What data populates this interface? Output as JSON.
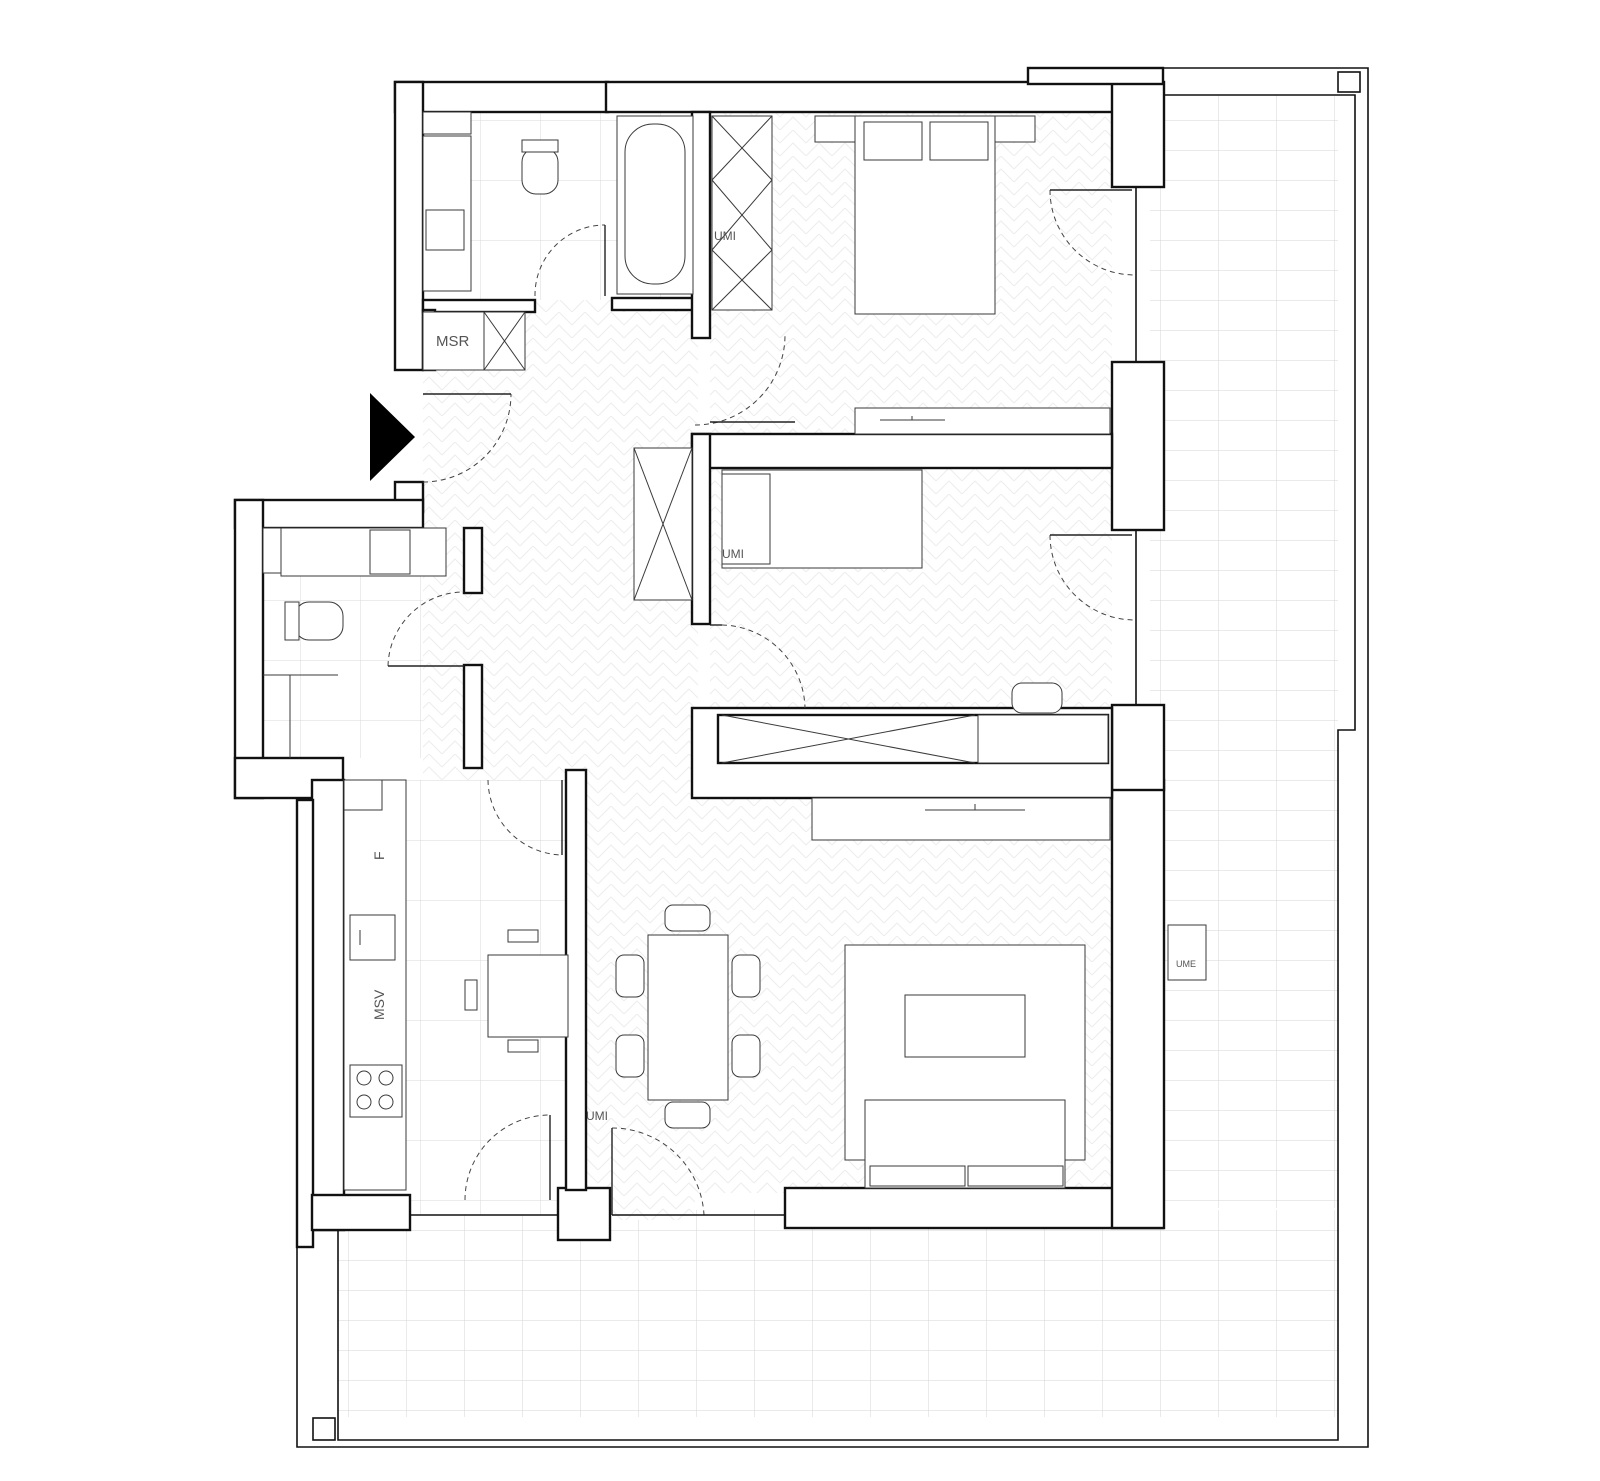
{
  "plan": {
    "labels": {
      "msr": "MSR",
      "msv": "MSV",
      "fridge": "F",
      "ume_terrace": "UME",
      "ume_bedroom1": "UMI",
      "ume_bedroom2": "UMI",
      "ume_living": "UMI"
    },
    "colors": {
      "wall": "#111111",
      "floor_tile": "#d9d9d9",
      "parquet": "#eeeeee",
      "entrance_arrow": "#000000"
    },
    "icons": [
      "entrance-arrow-icon",
      "toilet-icon",
      "bathtub-icon",
      "sink-icon",
      "hob-icon",
      "bed-icon",
      "sofa-icon",
      "chair-icon",
      "tv-icon",
      "wardrobe-icon",
      "door-swing-icon"
    ]
  }
}
